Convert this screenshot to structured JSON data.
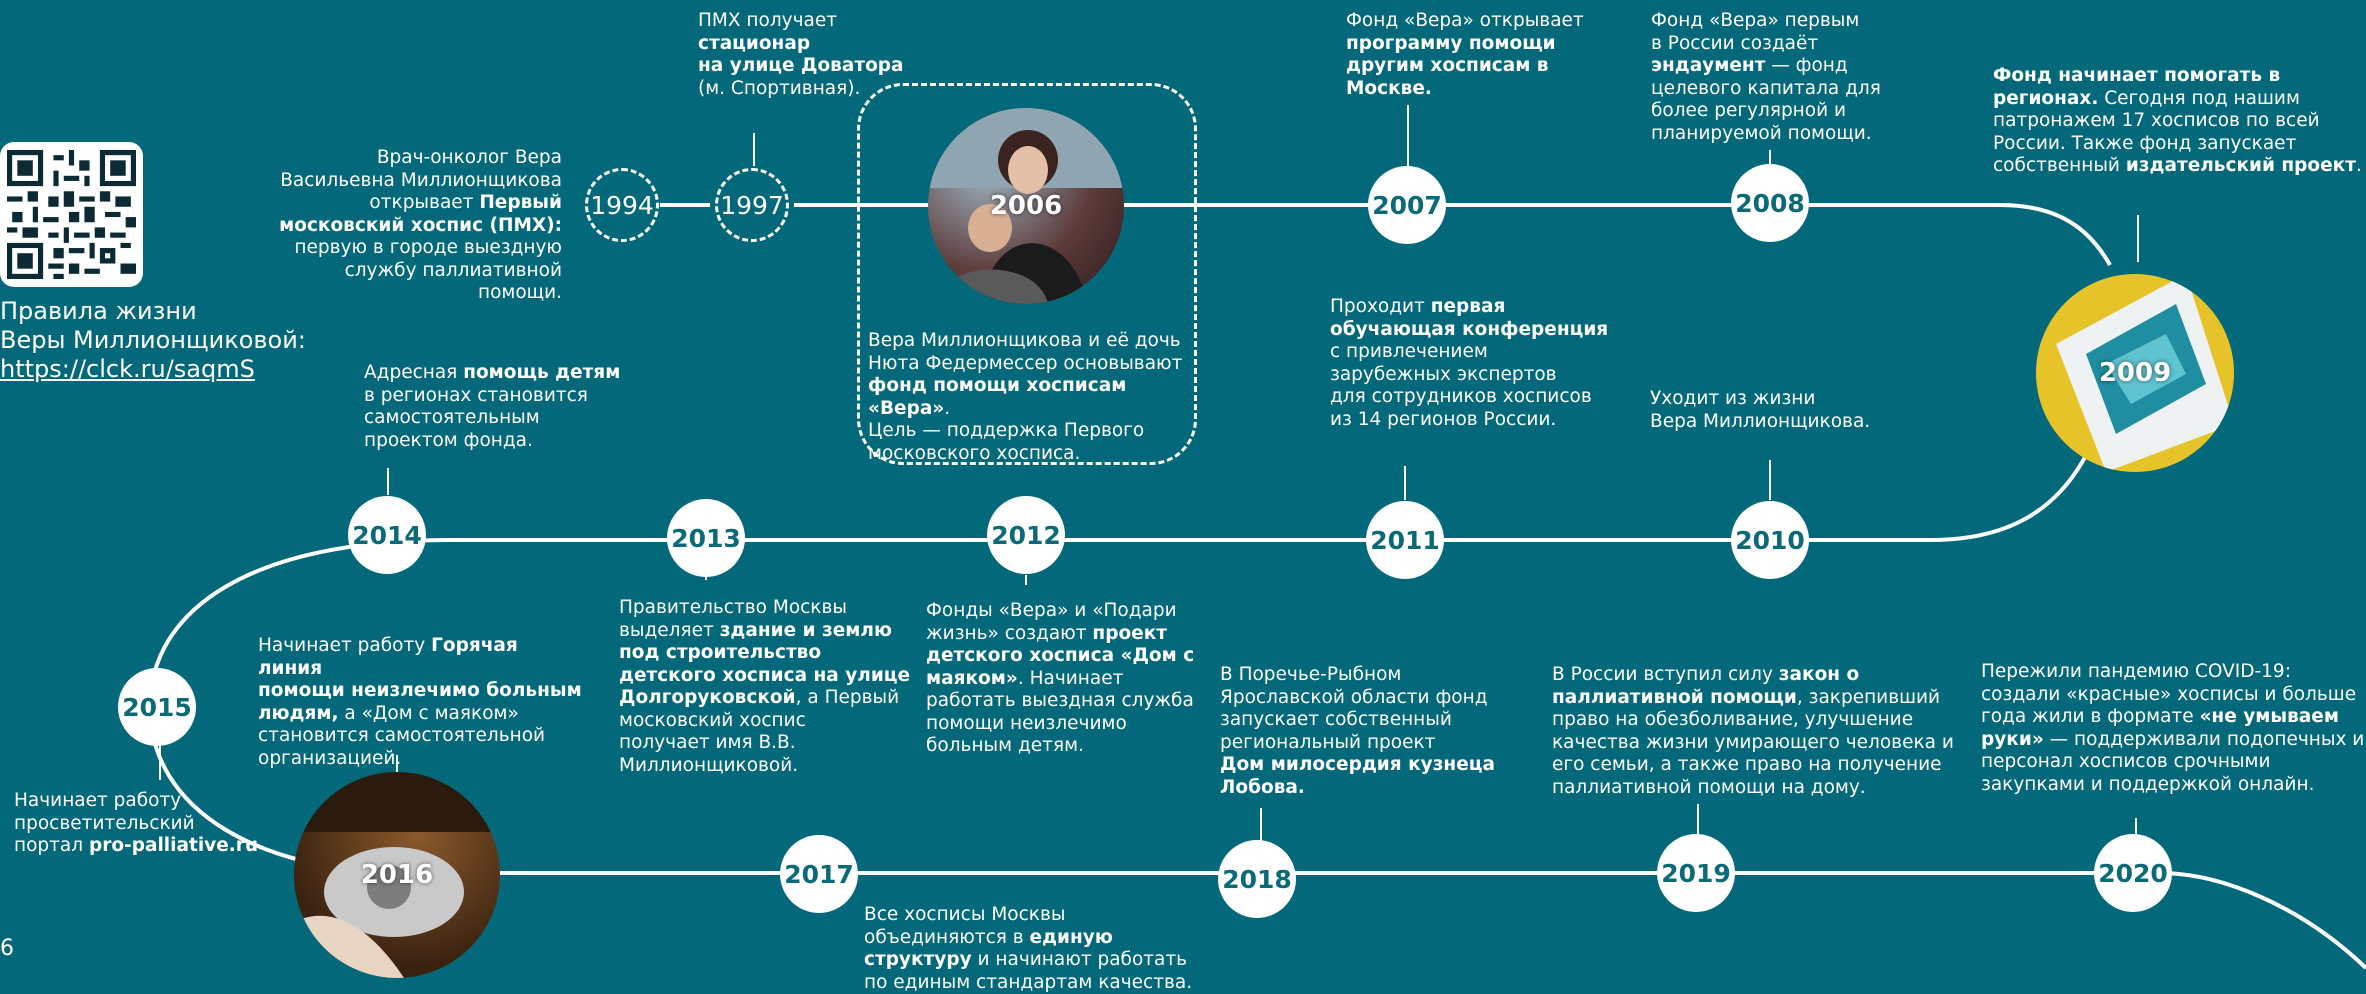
{
  "colors": {
    "background": "#03687a",
    "year_circle": "#ffffff",
    "year_text": "#0b6a78",
    "line": "#ffffff"
  },
  "page_number": "6",
  "qr": {
    "icon": "qr-code-icon"
  },
  "rules": {
    "line1": "Правила жизни",
    "line2": "Веры Миллионщиковой:",
    "link": "https://clck.ru/saqmS"
  },
  "years": {
    "y1994": "1994",
    "y1997": "1997",
    "y2006": "2006",
    "y2007": "2007",
    "y2008": "2008",
    "y2009": "2009",
    "y2010": "2010",
    "y2011": "2011",
    "y2012": "2012",
    "y2013": "2013",
    "y2014": "2014",
    "y2015": "2015",
    "y2016": "2016",
    "y2017": "2017",
    "y2018": "2018",
    "y2019": "2019",
    "y2020": "2020"
  },
  "events": {
    "e1994": {
      "a": "Врач-онколог Вера\nВасильевна Миллионщикова\nоткрывает ",
      "b": "Первый\nмосковский хоспис (ПМХ):",
      "c": "\nпервую в городе выездную\nслужбу паллиативной\nпомощи."
    },
    "e1997": {
      "a": "ПМХ получает\n",
      "b": "стационар\nна улице Доватора",
      "c": "\n(м. Спортивная)."
    },
    "e2006": {
      "a": "Вера Миллионщикова и её дочь\nНюта Федермессер основывают\n",
      "b": "фонд помощи хосписам «Вера»",
      "c": ".\nЦель — поддержка Первого\nмосковского хосписа."
    },
    "e2007": {
      "a": "Фонд «Вера» открывает\n",
      "b": "программу помощи\nдругим хосписам в\nМоскве."
    },
    "e2008": {
      "a": "Фонд «Вера» первым\nв России создаёт\n",
      "b": "эндаумент",
      "c": " — фонд\nцелевого капитала для\nболее регулярной и\nпланируемой помощи."
    },
    "e2009": {
      "b": "Фонд начинает помогать в\nрегионах.",
      "c": " Сегодня под нашим\nпатронажем 17 хосписов по всей\nРоссии. Также фонд запускает\nсобственный ",
      "d": "издательский проект",
      "e": "."
    },
    "e2010": {
      "a": "Уходит из жизни\nВера Миллионщикова."
    },
    "e2011": {
      "a": "Проходит ",
      "b": "первая\nобучающая конференция",
      "c": "\nс привлечением\nзарубежных экспертов\nдля сотрудников хосписов\nиз 14 регионов России."
    },
    "e2012": {
      "a": "Фонды «Вера» и «Подари\nжизнь» создают ",
      "b": "проект\nдетского хосписа «Дом с\nмаяком»",
      "c": ". Начинает\nработать выездная служба\nпомощи неизлечимо\nбольным детям."
    },
    "e2013": {
      "a": "Правительство Москвы\nвыделяет ",
      "b": "здание и землю\nпод строительство\nдетского хосписа на улице\nДолгоруковской",
      "c": ", а Первый\nмосковский хоспис\nполучает имя В.В.\nМиллионщиковой."
    },
    "e2014": {
      "a": "Адресная ",
      "b": "помощь детям",
      "c": "\nв регионах становится\nсамостоятельным\nпроектом фонда."
    },
    "e2015": {
      "a": "Начинает работу ",
      "b": "Горячая линия\nпомощи неизлечимо больным\nлюдям,",
      "c": " а «Дом с маяком»\nстановится самостоятельной\nорганизацией."
    },
    "e2016": {
      "a": "Начинает работу\nпросветительский\nпортал ",
      "b": "pro-palliative.ru"
    },
    "e2017": {
      "a": "Все хосписы Москвы\nобъединяются в ",
      "b": "единую\nструктуру",
      "c": " и начинают работать\nпо единым стандартам качества."
    },
    "e2018": {
      "a": "В Поречье-Рыбном\nЯрославской области фонд\nзапускает собственный\nрегиональный проект\n",
      "b": "Дом милосердия кузнеца\nЛобова."
    },
    "e2019": {
      "a": "В России вступил силу  ",
      "b": "закон о\nпаллиативной помощи",
      "c": ", закрепивший\nправо на обезболивание, улучшение\nкачества жизни умирающего человека и\nего семьи, а также право на получение\nпаллиативной помощи на дому."
    },
    "e2020": {
      "a": "Пережили пандемию COVID-19:\nсоздали «красные» хосписы и больше\nгода жили в формате ",
      "b": "«не умываем\nруки»",
      "c": " — поддерживали подопечных и\nперсонал хосписов срочными\nзакупками и поддержкой онлайн."
    }
  },
  "photos": {
    "p2006": "photo-mother-daughter",
    "p2009": "photo-book-cover",
    "p2016": "photo-telephone-hand"
  }
}
